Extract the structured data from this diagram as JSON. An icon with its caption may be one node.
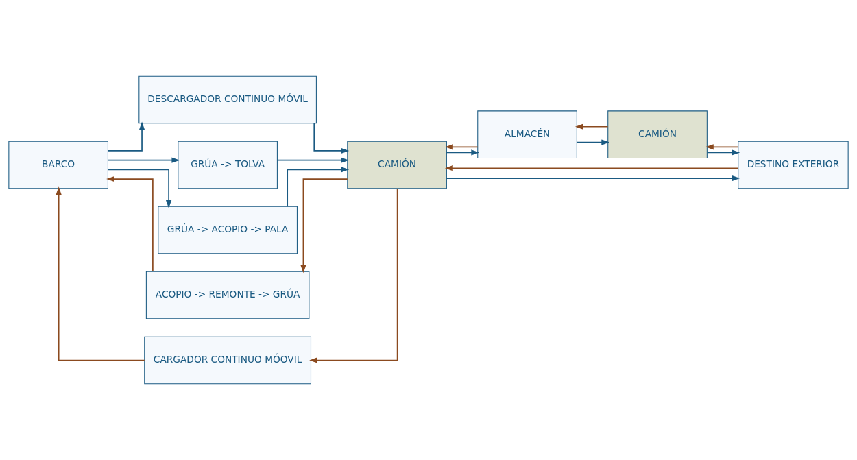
{
  "diagram": {
    "nodes": [
      {
        "text": [
          "BARCO"
        ]
      },
      {
        "text": [
          "DESCARGADOR CONTINUO MÓVIL"
        ]
      },
      {
        "text": [
          "GRÚA -> TOLVA"
        ]
      },
      {
        "text": [
          "GRÚA -> ACOPIO -> PALA"
        ]
      },
      {
        "text": [
          "ACOPIO -> REMONTE -> GRÚA"
        ]
      },
      {
        "text": [
          "CARGADOR CONTINUO MÓOVIL"
        ]
      },
      {
        "text": [
          "CAMIÓN"
        ]
      },
      {
        "text": [
          "ALMACÉN"
        ]
      },
      {
        "text": [
          "CAMIÓN"
        ]
      },
      {
        "text": [
          "DESTINO EXTERIOR"
        ]
      }
    ],
    "edges": [
      {
        "from": 0,
        "to": 1,
        "arrow": "to"
      },
      {
        "from": 0,
        "to": 2,
        "arrow": "to"
      },
      {
        "from": 0,
        "to": 3,
        "arrow": "to"
      },
      {
        "from": 1,
        "to": 6,
        "arrow": "to"
      },
      {
        "from": 2,
        "to": 6,
        "arrow": "to"
      },
      {
        "from": 3,
        "to": 6,
        "arrow": "to"
      },
      {
        "from": 6,
        "to": 9,
        "arrow": "to"
      },
      {
        "from": 6,
        "to": 7,
        "arrow": "to"
      },
      {
        "from": 7,
        "to": 8,
        "arrow": "to"
      },
      {
        "from": 8,
        "to": 9,
        "arrow": "to"
      },
      {
        "from": 9,
        "to": 8,
        "arrow": "to",
        "color": "#8b4a1f"
      },
      {
        "from": 8,
        "to": 7,
        "arrow": "to",
        "color": "#8b4a1f"
      },
      {
        "from": 7,
        "to": 6,
        "arrow": "to",
        "color": "#8b4a1f"
      },
      {
        "from": 9,
        "to": 6,
        "arrow": "to",
        "color": "#8b4a1f"
      },
      {
        "from": 6,
        "to": 4,
        "arrow": "to",
        "color": "#8b4a1f"
      },
      {
        "from": 6,
        "to": 5,
        "arrow": "to",
        "color": "#8b4a1f"
      },
      {
        "from": 4,
        "to": 0,
        "arrow": "to",
        "color": "#8b4a1f"
      },
      {
        "from": 5,
        "to": 0,
        "arrow": "to",
        "color": "#8b4a1f"
      }
    ]
  }
}
